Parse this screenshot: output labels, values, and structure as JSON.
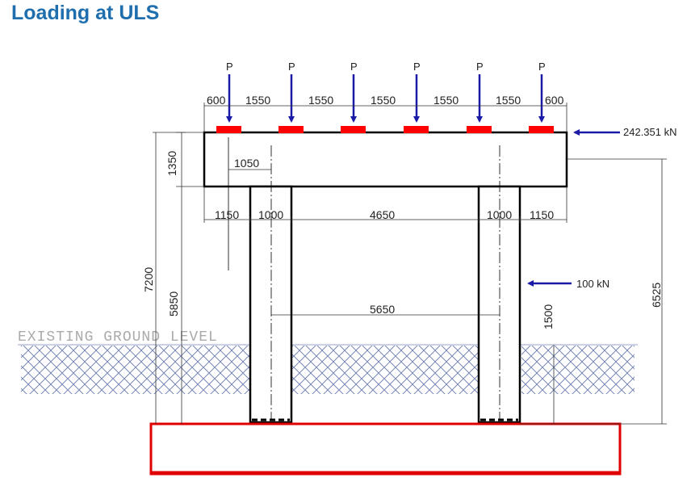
{
  "page": {
    "title": "Loading at ULS"
  },
  "loads": {
    "point_load_label": "P",
    "point_load_count": 6,
    "horizontal_deck_load": "242.351 kN",
    "horizontal_column_load": "100 kN"
  },
  "ground": {
    "label": "EXISTING GROUND LEVEL"
  },
  "dimensions": {
    "top_spacings": [
      "600",
      "1550",
      "1550",
      "1550",
      "1550",
      "1550",
      "600"
    ],
    "cap_depth": "1350",
    "column_offset": "1050",
    "bottom_spacings": [
      "1150",
      "1000",
      "4650",
      "1000",
      "1150"
    ],
    "column_centres": "5650",
    "total_height": "7200",
    "column_height": "5850",
    "load_height": "1500",
    "right_height": "6525"
  },
  "colors": {
    "title": "#1f6fae",
    "load_arrow": "#1a1aa6",
    "bearing": "#ff0000",
    "footing": "#e00000"
  }
}
